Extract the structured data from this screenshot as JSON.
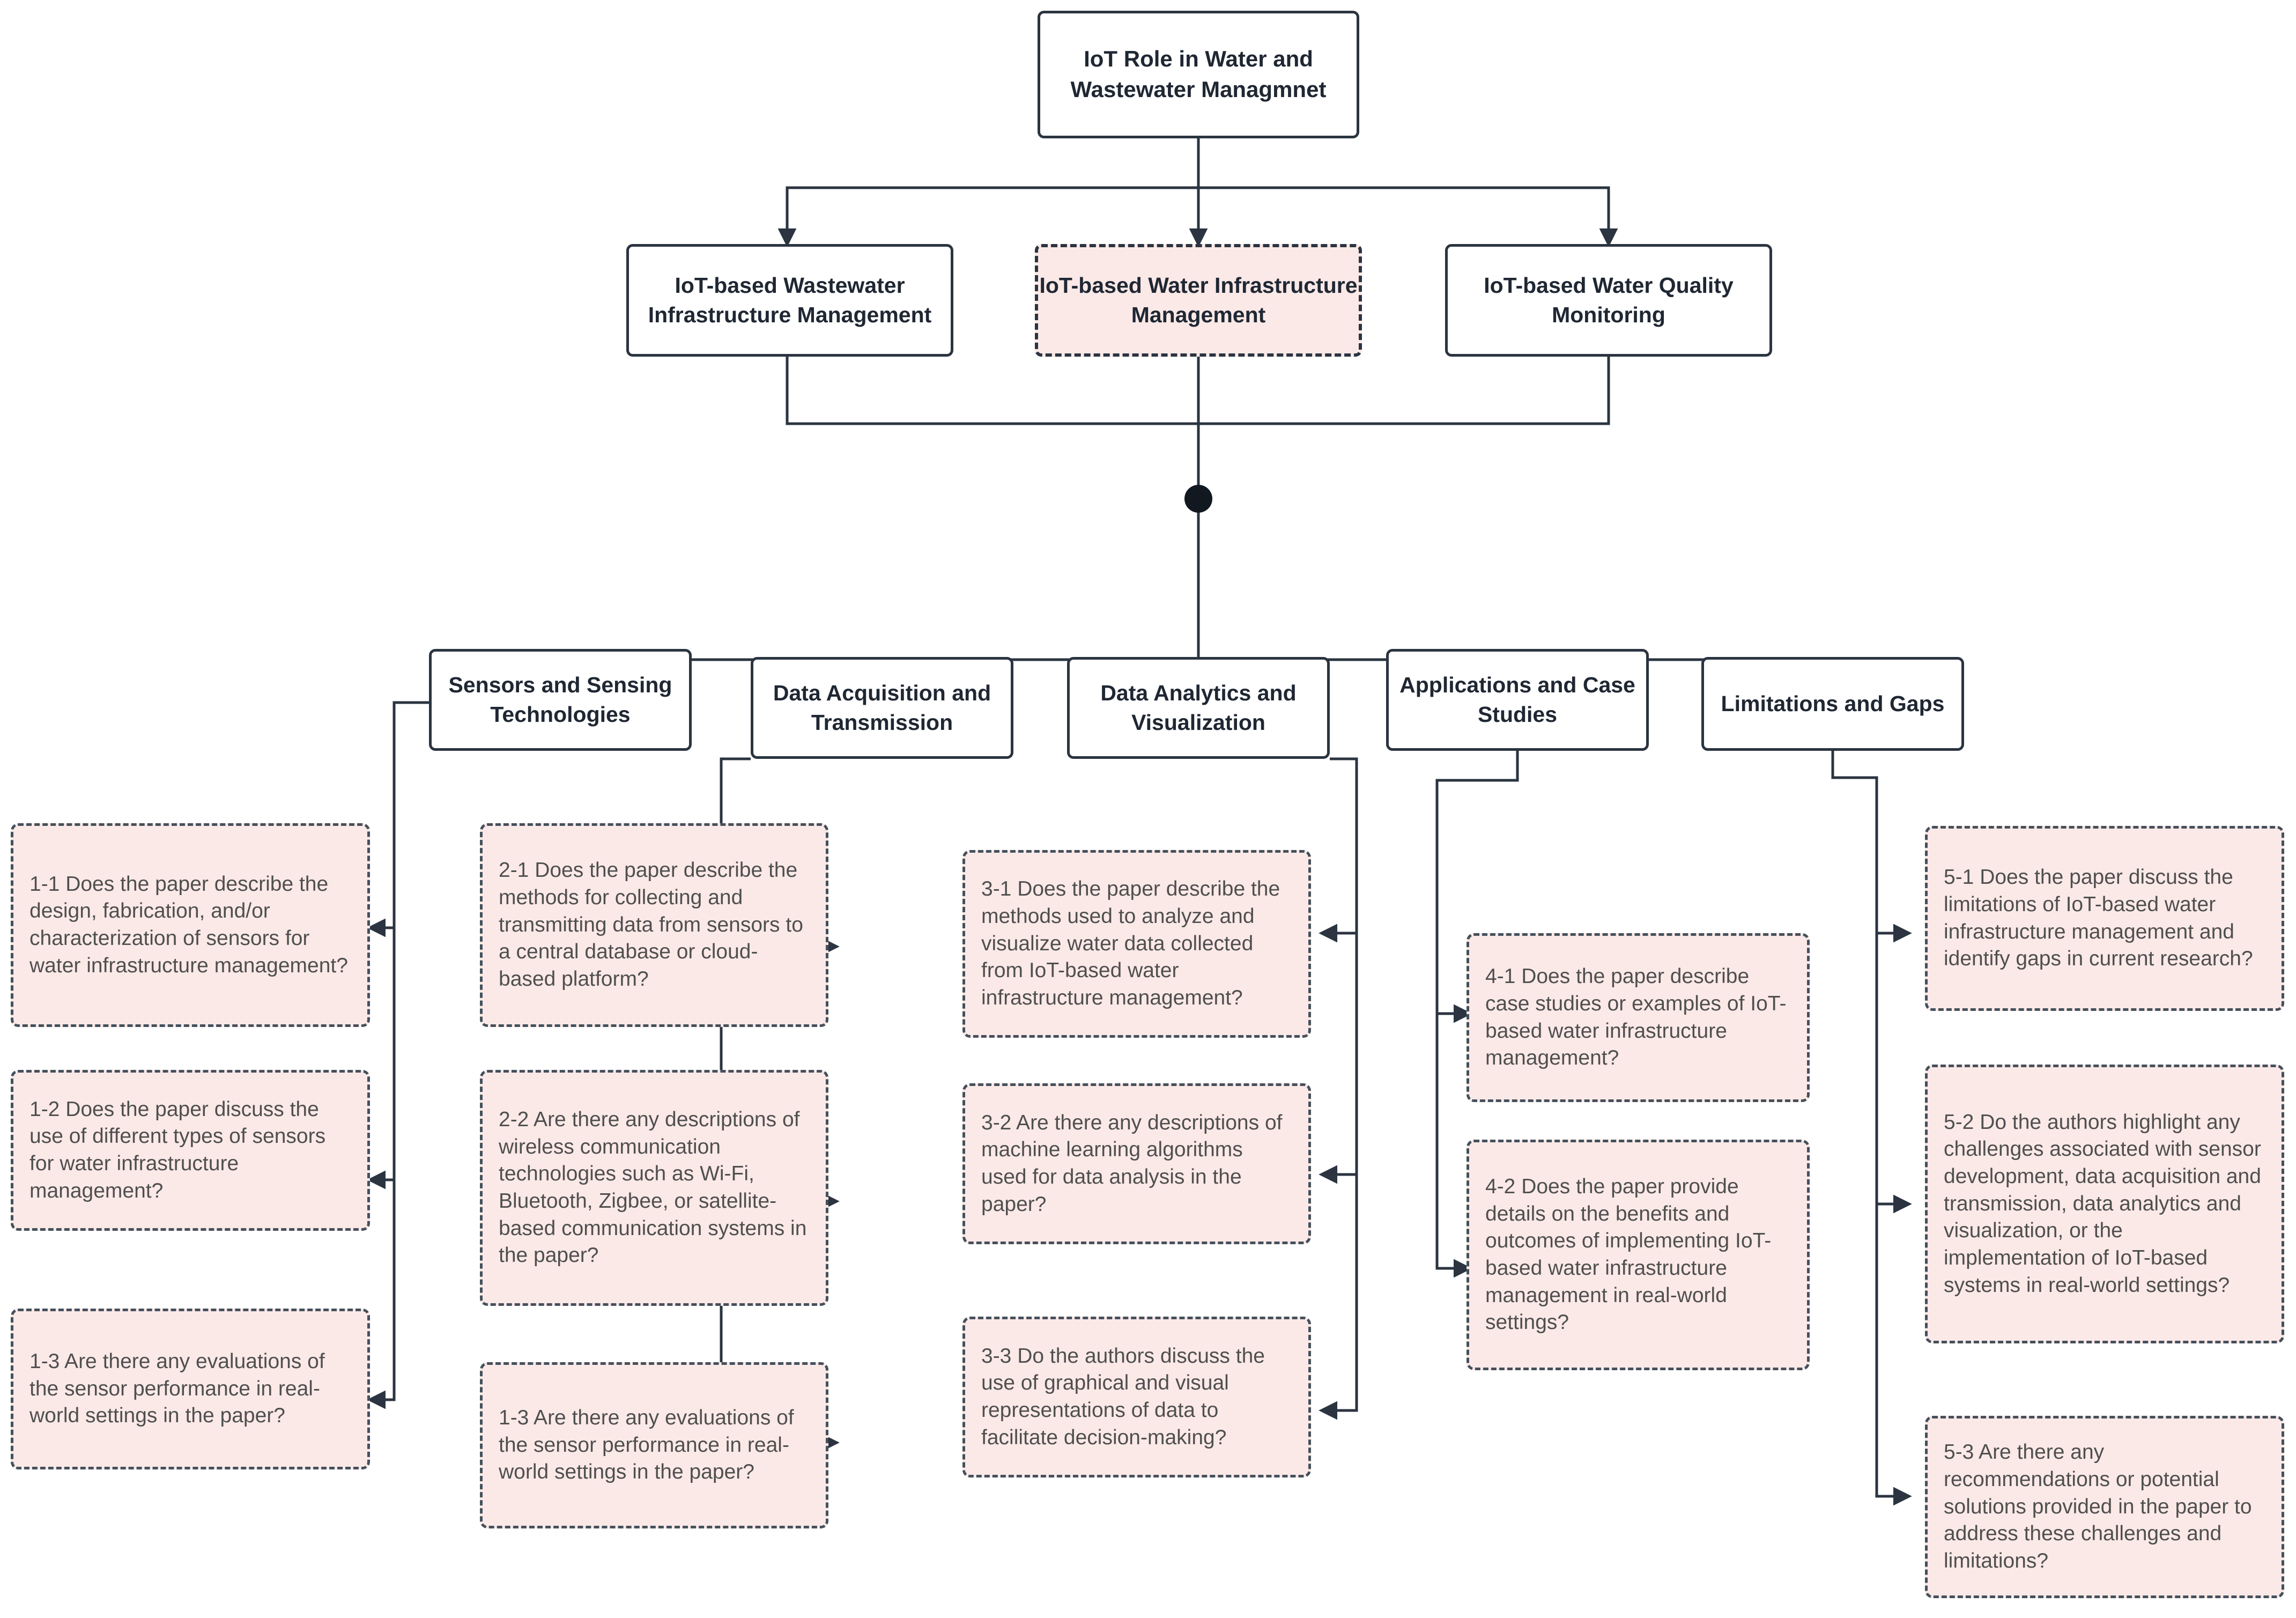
{
  "diagram": {
    "title": "IoT Role in Water and Wastewater Managmnet",
    "type": "hierarchical flowchart",
    "colors": {
      "node_border": "#2b3440",
      "question_fill": "#fbe9e7",
      "question_border": "#45505c",
      "connector": "#2b3440",
      "text": "#4f4f4f",
      "background": "#ffffff"
    }
  },
  "root": {
    "label": "IoT Role in Water and Wastewater Managmnet"
  },
  "level2": [
    {
      "label": "IoT-based Wastewater Infrastructure Management",
      "style": "solid"
    },
    {
      "label": "IoT-based Water Infrastructure Management",
      "style": "dashed-pink"
    },
    {
      "label": "IoT-based Water Quality Monitoring",
      "style": "solid"
    }
  ],
  "junction": {
    "label": "junction-dot"
  },
  "categories": [
    {
      "label": "Sensors and Sensing Technologies"
    },
    {
      "label": "Data Acquisition and Transmission"
    },
    {
      "label": "Data Analytics and Visualization"
    },
    {
      "label": "Applications and Case Studies"
    },
    {
      "label": "Limitations and Gaps"
    }
  ],
  "questions": {
    "col1": [
      {
        "id": "1-1",
        "text": "1-1 Does the paper describe the design, fabrication, and/or characterization of sensors for water infrastructure management?"
      },
      {
        "id": "1-2",
        "text": "1-2 Does the paper discuss the use of different types of sensors for water infrastructure management?"
      },
      {
        "id": "1-3",
        "text": "1-3 Are there any evaluations of the sensor performance in real-world settings in the paper?"
      }
    ],
    "col2": [
      {
        "id": "2-1",
        "text": "2-1 Does the paper describe the methods for collecting and transmitting data from sensors to a central database or cloud-based platform?"
      },
      {
        "id": "2-2",
        "text": "2-2 Are there any descriptions of wireless communication technologies such as Wi-Fi, Bluetooth, Zigbee, or satellite-based communication systems in the paper?"
      },
      {
        "id": "1-3",
        "text": "1-3 Are there any evaluations of the sensor performance in real-world settings in the paper?"
      }
    ],
    "col3": [
      {
        "id": "3-1",
        "text": "3-1 Does the paper describe the methods used to analyze and visualize water data collected from IoT-based water infrastructure management?"
      },
      {
        "id": "3-2",
        "text": "3-2 Are there any descriptions of machine learning algorithms used for data analysis in the paper?"
      },
      {
        "id": "3-3",
        "text": "3-3 Do the authors discuss the use of graphical and visual representations of data to facilitate decision-making?"
      }
    ],
    "col4": [
      {
        "id": "4-1",
        "text": "4-1 Does the paper describe case studies or examples of IoT-based water infrastructure management?"
      },
      {
        "id": "4-2",
        "text": "4-2 Does the paper provide details on the benefits and outcomes of implementing IoT-based water infrastructure management in real-world settings?"
      }
    ],
    "col5": [
      {
        "id": "5-1",
        "text": "5-1 Does the paper discuss the limitations of IoT-based water infrastructure management and identify gaps in current research?"
      },
      {
        "id": "5-2",
        "text": "5-2 Do the authors highlight any challenges associated with sensor development, data acquisition and transmission, data analytics and visualization, or the implementation of IoT-based systems in real-world settings?"
      },
      {
        "id": "5-3",
        "text": "5-3 Are there any recommendations or potential solutions provided in the paper to address these challenges and limitations?"
      }
    ]
  }
}
